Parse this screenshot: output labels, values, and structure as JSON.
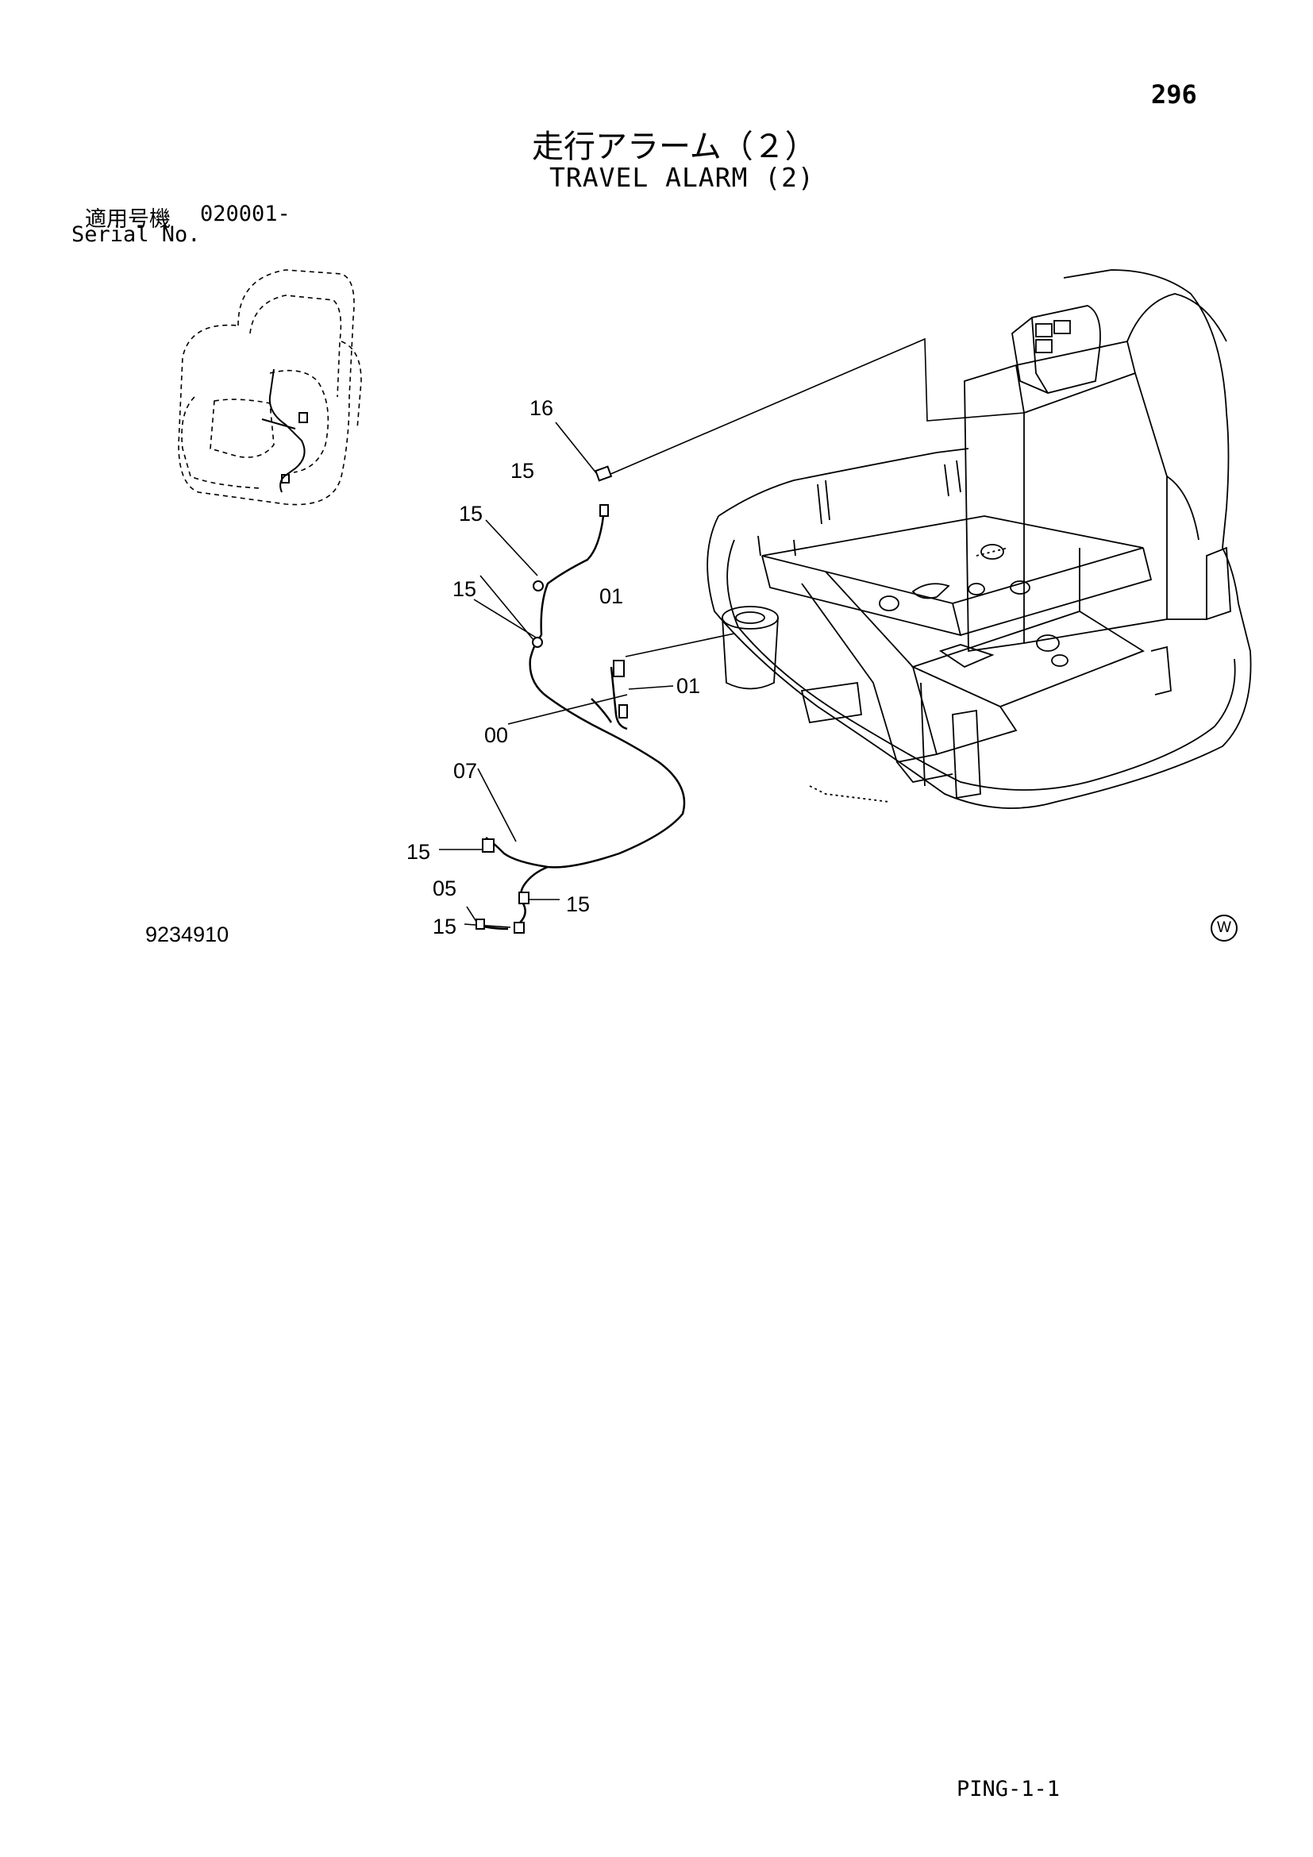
{
  "header": {
    "page_number": "296",
    "title_jp": "走行アラーム（２）",
    "title_en": "TRAVEL ALARM (2)",
    "serial_label_jp": "適用号機",
    "serial_range": "020001-",
    "serial_label_en": "Serial No."
  },
  "callouts": {
    "c16": "16",
    "c15a": "15",
    "c15b": "15",
    "c15c": "15",
    "c01a": "01",
    "c01b": "01",
    "c00": "00",
    "c07": "07",
    "c15d": "15",
    "c05": "05",
    "c15e": "15",
    "c15f": "15"
  },
  "footer": {
    "drawing_number": "9234910",
    "mark": "W",
    "code": "PING-1-1"
  }
}
